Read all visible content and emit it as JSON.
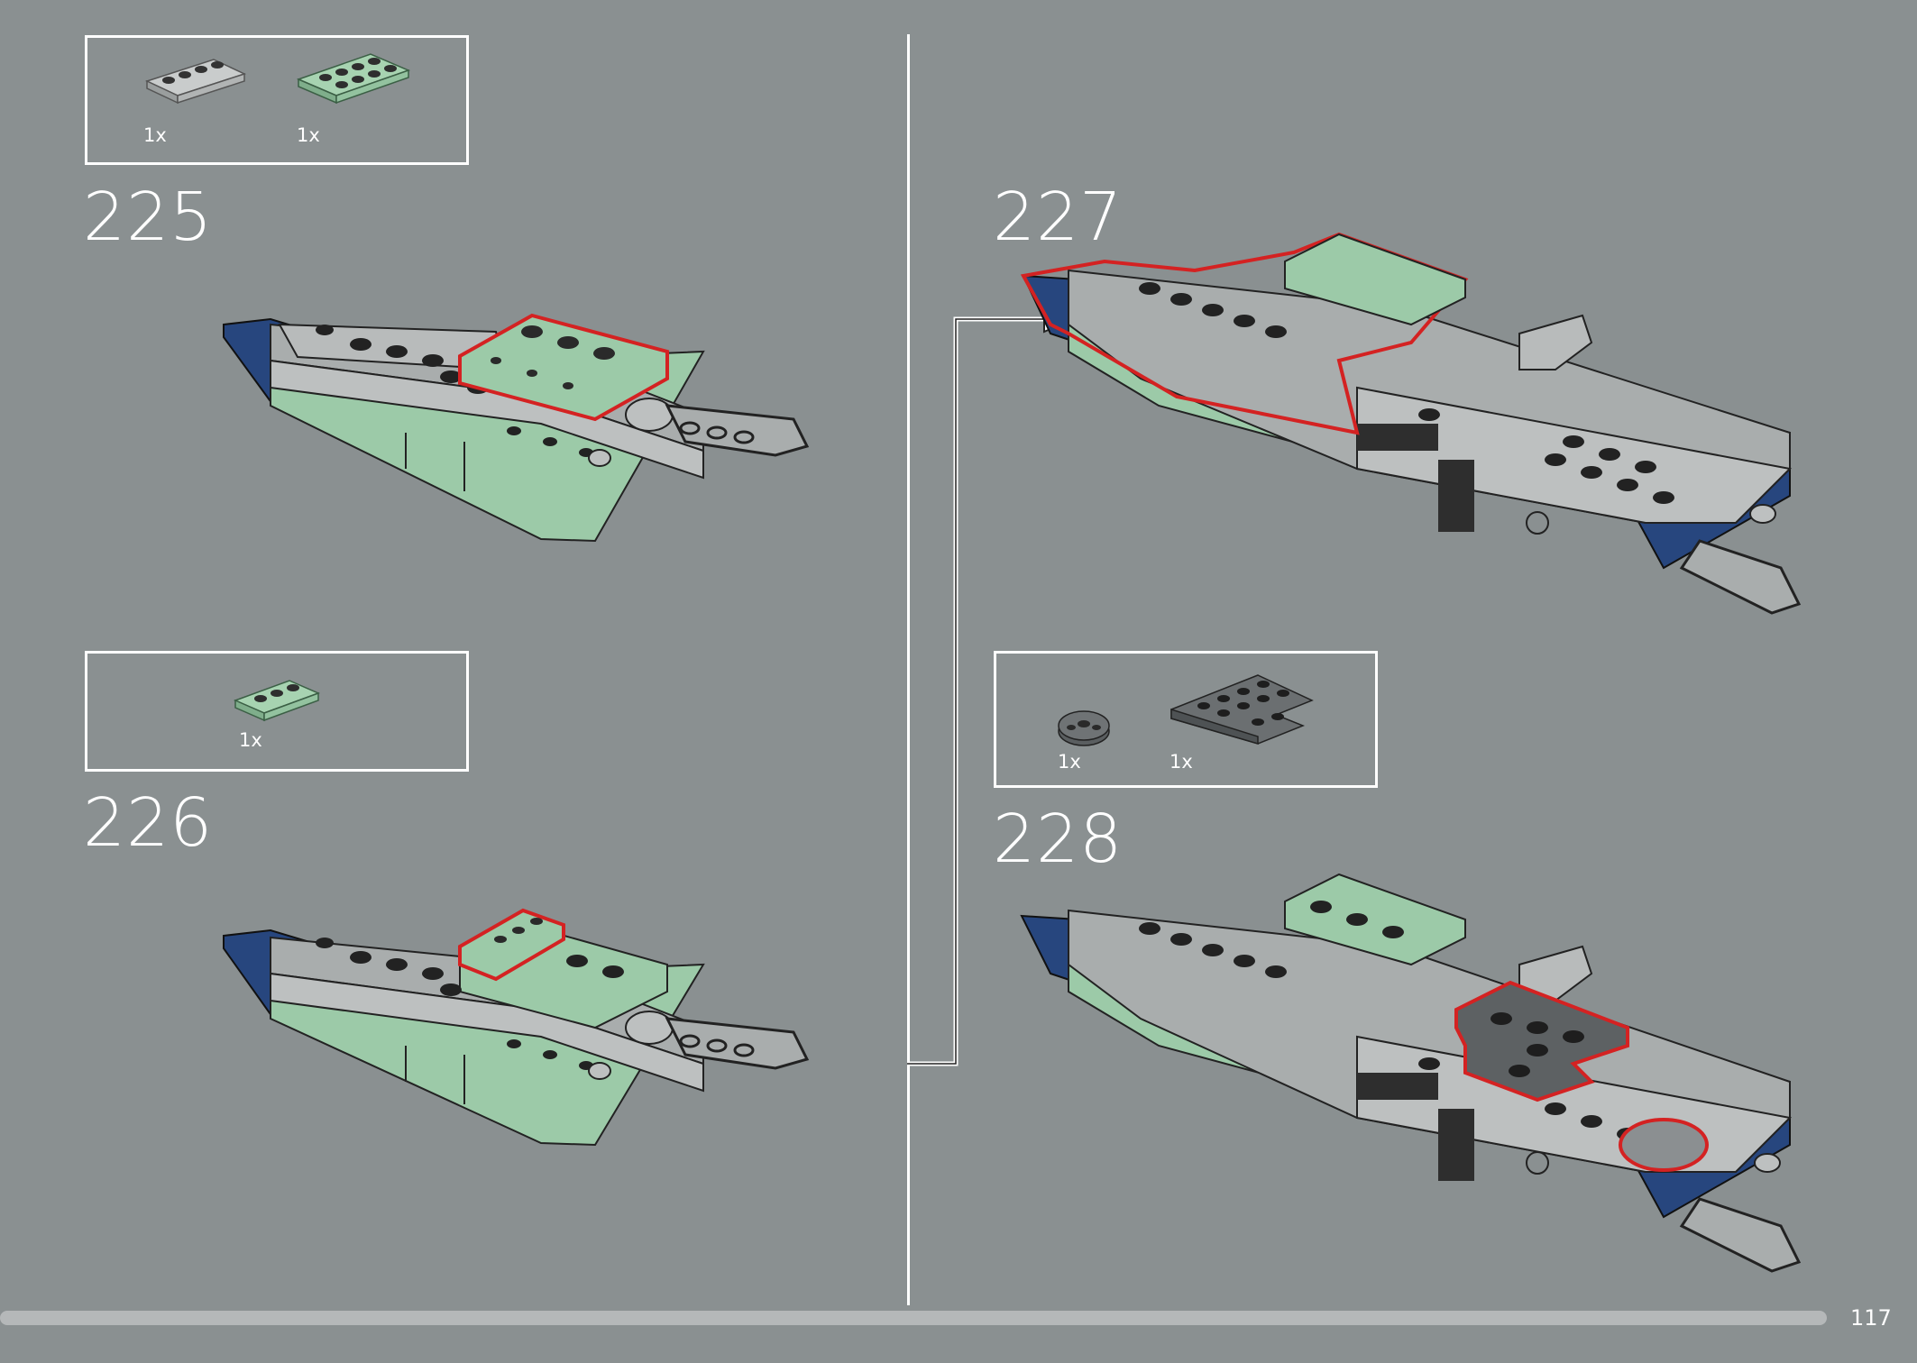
{
  "page": {
    "number": "117"
  },
  "steps": [
    {
      "number": "225",
      "parts": [
        {
          "qty": "1x",
          "color": "#b8bcbc"
        },
        {
          "qty": "1x",
          "color": "#9ccaa8"
        }
      ]
    },
    {
      "number": "226",
      "parts": [
        {
          "qty": "1x",
          "color": "#9ccaa8"
        }
      ]
    },
    {
      "number": "227"
    },
    {
      "number": "228",
      "parts": [
        {
          "qty": "1x",
          "color": "#5a5e60"
        },
        {
          "qty": "1x",
          "color": "#6b6f71"
        }
      ]
    }
  ],
  "colors": {
    "background": "#8a9091",
    "highlight": "#d42222",
    "blue": "#27467e",
    "green": "#9ccaa8",
    "grey": "#a9adad",
    "dark": "#3a3a3a",
    "progress_track": "#b5b8b9"
  },
  "progress": {
    "fraction": 0.952
  }
}
